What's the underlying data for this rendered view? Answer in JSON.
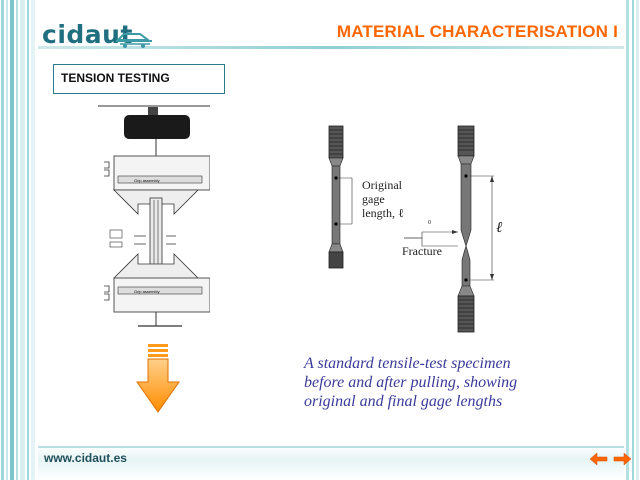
{
  "header": {
    "logo_text": "cidaut",
    "title": "MATERIAL CHARACTERISATION I"
  },
  "section": {
    "label": "TENSION TESTING"
  },
  "specimen_figure": {
    "original_label_line1": "Original",
    "original_label_line2": "gage",
    "original_label_line3": "length, ℓ",
    "small_mark": "0",
    "fracture_label": "Fracture",
    "final_label": "ℓ"
  },
  "caption": {
    "line1": "A standard tensile-test specimen",
    "line2": "before and after pulling, showing",
    "line3": "original and final gage lengths"
  },
  "footer": {
    "url": "www.cidaut.es"
  },
  "icons": {
    "prev": "arrow-left-icon",
    "next": "arrow-right-icon"
  },
  "colors": {
    "title": "#ff6600",
    "brand_teal": "#1f6f80",
    "caption": "#3a3a9a",
    "nav_arrow": "#ff6600"
  }
}
